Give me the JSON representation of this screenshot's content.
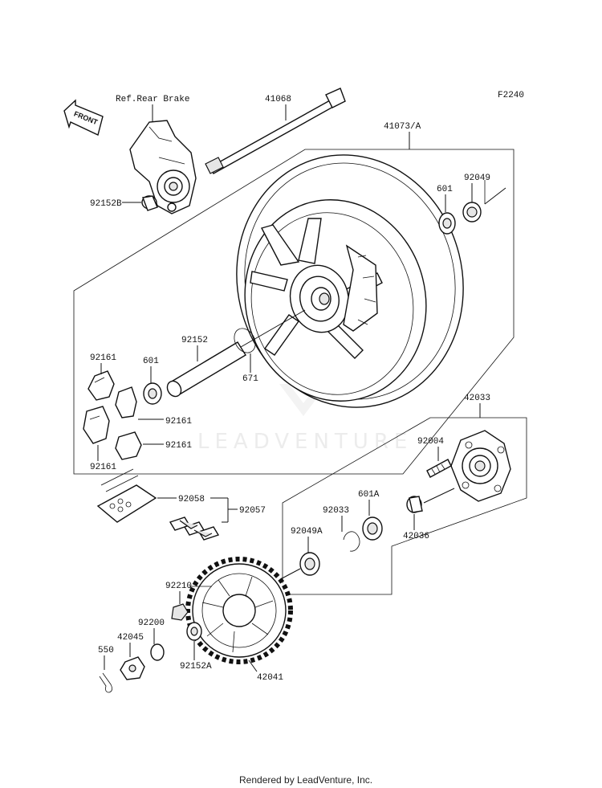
{
  "diagram_code": "F2240",
  "front_marker": "FRONT",
  "ref_label": "Ref.Rear Brake",
  "watermark": "LEADVENTURE",
  "footer": "Rendered by LeadVenture, Inc.",
  "parts": {
    "p41068": "41068",
    "p41073": "41073/A",
    "p92049": "92049",
    "p601_top": "601",
    "p92152B": "92152B",
    "p92152": "92152",
    "p671": "671",
    "p92161_a": "92161",
    "p601_mid": "601",
    "p92161_b": "92161",
    "p92161_c": "92161",
    "p92161_d": "92161",
    "p42033": "42033",
    "p92004": "92004",
    "p601A": "601A",
    "p92033": "92033",
    "p92049A": "92049A",
    "p42036": "42036",
    "p92058": "92058",
    "p92057": "92057",
    "p92210": "92210",
    "p92200": "92200",
    "p42045": "42045",
    "p550": "550",
    "p92152A": "92152A",
    "p42041": "42041"
  }
}
